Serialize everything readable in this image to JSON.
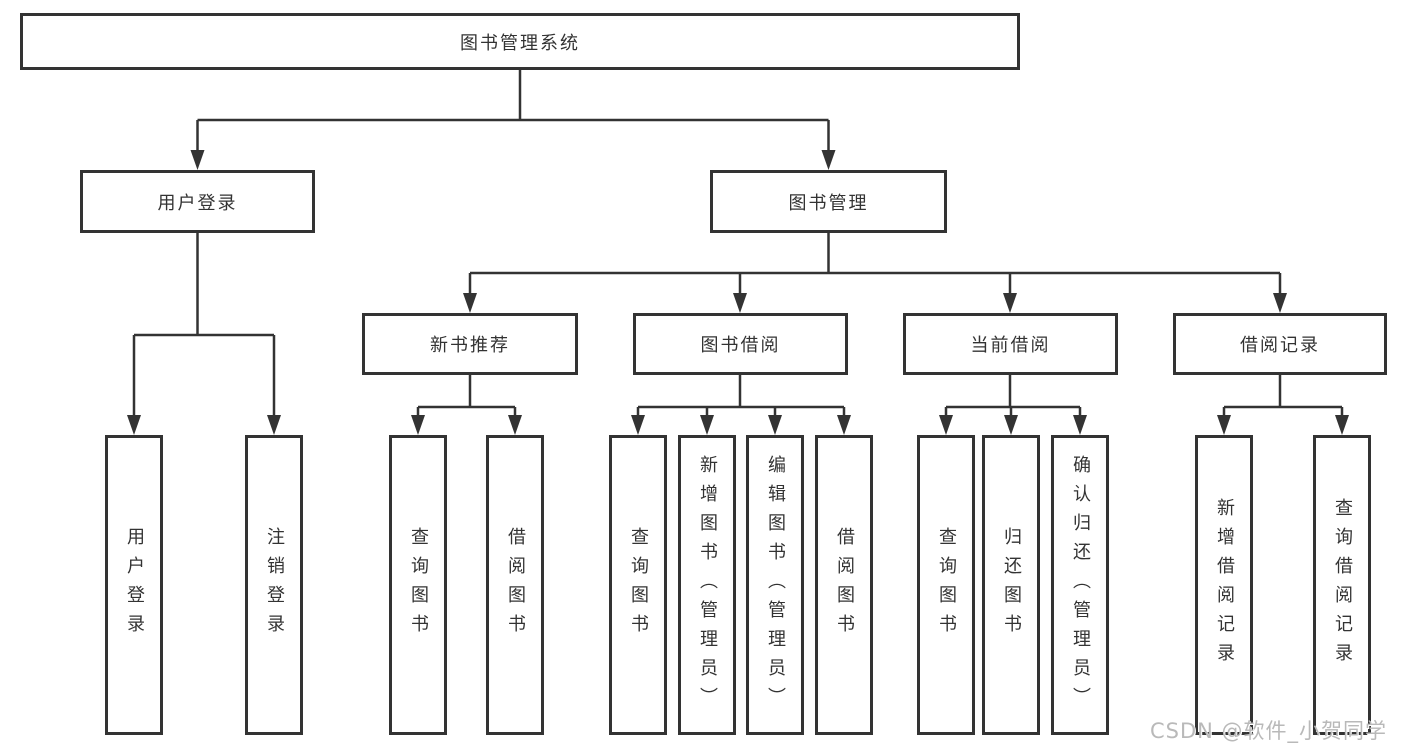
{
  "colors": {
    "line": "#333333",
    "box_border": "#333333",
    "text": "#333333",
    "background": "#ffffff",
    "watermark": "#b9b9b9"
  },
  "tree": {
    "root": {
      "label": "图书管理系统"
    },
    "branches": [
      {
        "label": "用户登录",
        "children": [
          {
            "label": "用户登录"
          },
          {
            "label": "注销登录"
          }
        ]
      },
      {
        "label": "图书管理",
        "children": [
          {
            "label": "新书推荐",
            "children": [
              {
                "label": "查询图书"
              },
              {
                "label": "借阅图书"
              }
            ]
          },
          {
            "label": "图书借阅",
            "children": [
              {
                "label": "查询图书"
              },
              {
                "label": "新增图书（管理员）"
              },
              {
                "label": "编辑图书（管理员）"
              },
              {
                "label": "借阅图书"
              }
            ]
          },
          {
            "label": "当前借阅",
            "children": [
              {
                "label": "查询图书"
              },
              {
                "label": "归还图书"
              },
              {
                "label": "确认归还（管理员）"
              }
            ]
          },
          {
            "label": "借阅记录",
            "children": [
              {
                "label": "新增借阅记录"
              },
              {
                "label": "查询借阅记录"
              }
            ]
          }
        ]
      }
    ]
  },
  "watermark": {
    "text": "CSDN @软件_小贺同学"
  }
}
